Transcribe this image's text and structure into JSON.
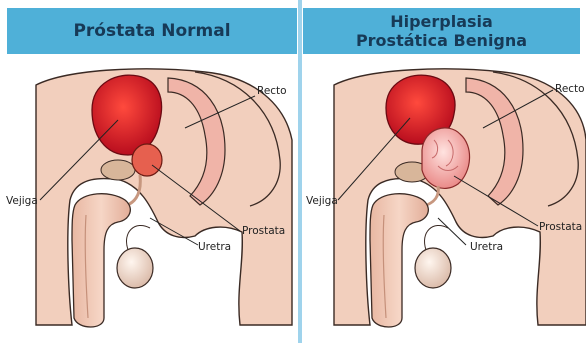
{
  "panels": [
    {
      "title": "Próstata Normal"
    },
    {
      "title_line1": "Hiperplasia",
      "title_line2": "Prostática Benigna"
    }
  ],
  "labels": {
    "recto": "Recto",
    "vejiga": "Vejiga",
    "prostata": "Prostata",
    "uretra": "Uretra"
  },
  "colors": {
    "header": "#4fb0d8",
    "title_text": "#173a57",
    "skin": "#f2cfbd",
    "bladder": "#d9182a",
    "prostate_normal": "#e6604f",
    "prostate_enlarged": "#f29a98",
    "rectum": "#f0b4a8"
  }
}
